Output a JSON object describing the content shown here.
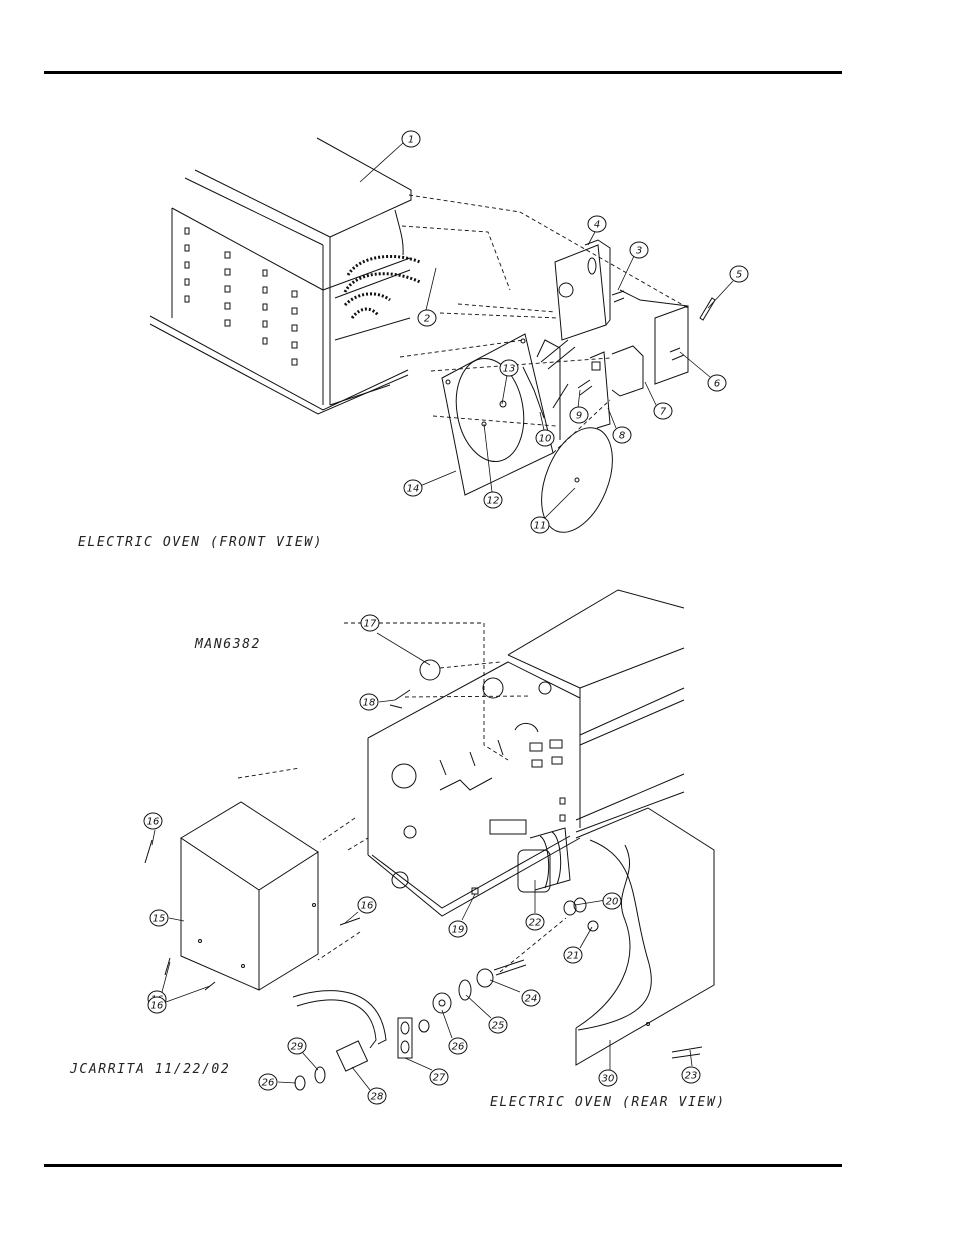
{
  "diagram": {
    "front_caption": "ELECTRIC OVEN (FRONT VIEW)",
    "rear_caption": "ELECTRIC OVEN (REAR VIEW)",
    "drawing_number": "MAN6382",
    "drafter_note": "JCARRITA 11/22/02"
  },
  "callouts_front": [
    "1",
    "2",
    "3",
    "4",
    "5",
    "6",
    "7",
    "8",
    "9",
    "10",
    "11",
    "12",
    "13",
    "14"
  ],
  "callouts_rear": [
    "15",
    "16",
    "16",
    "16",
    "16",
    "17",
    "18",
    "19",
    "20",
    "21",
    "22",
    "23",
    "24",
    "25",
    "26",
    "26",
    "27",
    "28",
    "29",
    "30"
  ]
}
